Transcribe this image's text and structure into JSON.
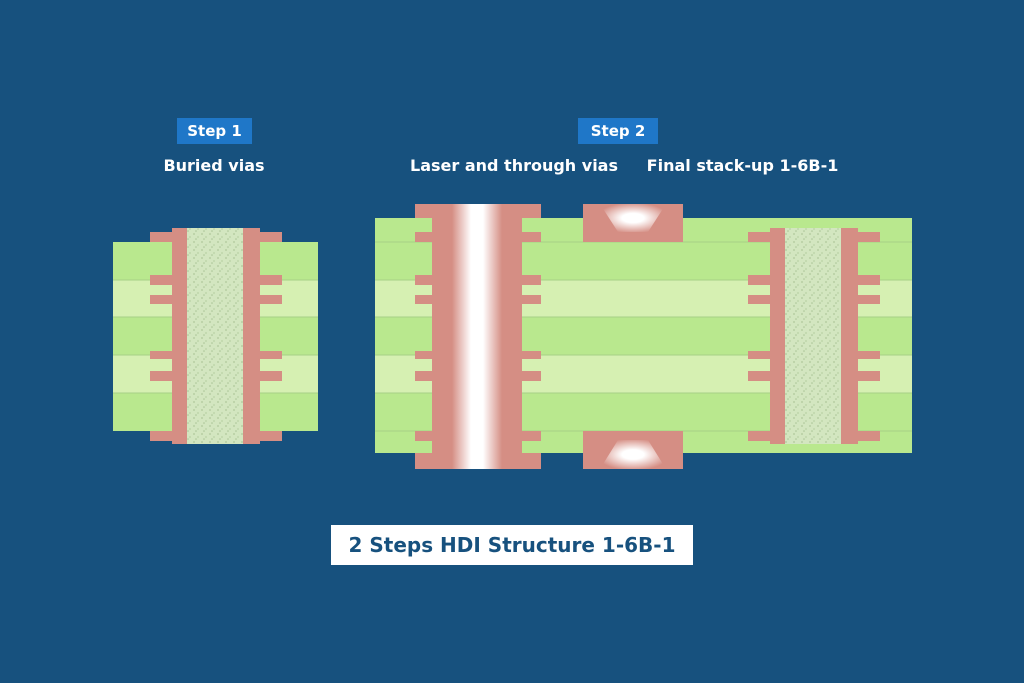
{
  "steps": [
    {
      "badge": "Step 1",
      "captions": [
        "Buried vias"
      ]
    },
    {
      "badge": "Step 2",
      "captions": [
        "Laser and through vias",
        "Final stack-up 1-6B-1"
      ]
    }
  ],
  "title": "2 Steps HDI Structure 1-6B-1",
  "colors": {
    "background": "#17517e",
    "badge": "#1f77c8",
    "copper": "#d58e84",
    "laminate_dark": "#b9e88e",
    "laminate_light": "#d6f0b2",
    "core_fill": "#d3e6c0",
    "title_text": "#17517e"
  }
}
